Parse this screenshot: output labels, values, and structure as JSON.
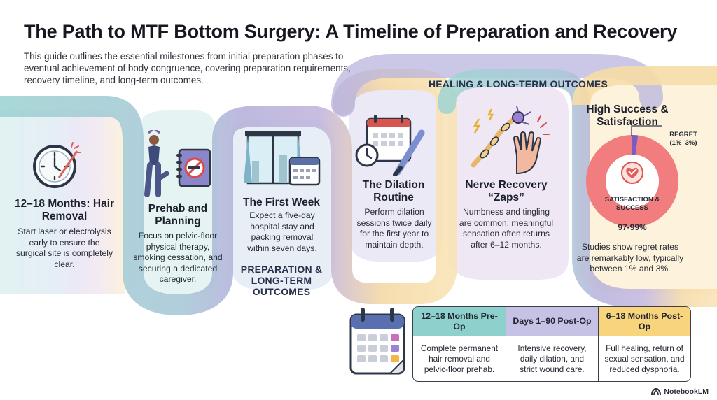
{
  "title": "The Path to MTF Bottom Surgery: A Timeline of Preparation and Recovery",
  "subtitle": "This guide outlines the essential milestones from initial preparation phases to eventual achievement of body congruence, covering preparation requirements, recovery timeline, and long-term outcomes.",
  "bands": {
    "healing": "HEALING & LONG-TERM OUTCOMES",
    "preparation": "PREPARATION & LONG-TERM OUTCOMES"
  },
  "stages": [
    {
      "title": "12–18 Months: Hair Removal",
      "body": "Start laser or electrolysis early to ensure the surgical site is completely clear.",
      "icon": "clock-icon"
    },
    {
      "title": "Prehab and Planning",
      "body": "Focus on pelvic-floor physical therapy, smoking cessation, and securing a dedicated caregiver.",
      "icon": "yoga-notebook-icon"
    },
    {
      "title": "The First Week",
      "body": "Expect a five-day hospital stay and packing removal within seven days.",
      "icon": "window-calendar-icon"
    },
    {
      "title": "The Dilation Routine",
      "body": "Perform dilation sessions twice daily for the first year to maintain depth.",
      "icon": "calendar-dilator-icon"
    },
    {
      "title": "Nerve Recovery “Zaps”",
      "body": "Numbness and tingling are common; meaningful sensation often returns after 6–12 months.",
      "icon": "nerve-hand-icon"
    },
    {
      "title": "High Success & Satisfaction",
      "body": "Studies show regret rates are remarkably low, typically between 1% and 3%.",
      "icon": "heart-icon"
    }
  ],
  "outcome_chart": {
    "type": "pie",
    "regret_label": "REGRET",
    "regret_range": "(1%–3%)",
    "satisfaction_label": "SATISFACTION & SUCCESS",
    "satisfaction_range": "97-99%",
    "regret_fraction": 0.02,
    "satisfaction_fraction": 0.98
  },
  "summary": {
    "columns": [
      {
        "header": "12–18 Months Pre-Op",
        "body": "Complete permanent hair removal and pelvic-floor prehab.",
        "color": "#8ed1cc"
      },
      {
        "header": "Days 1–90 Post-Op",
        "body": "Intensive recovery, daily dilation, and strict wound care.",
        "color": "#c5c2e6"
      },
      {
        "header": "6–18 Months Post-Op",
        "body": "Full healing, return of sexual sensation, and reduced dysphoria.",
        "color": "#f8d57c"
      }
    ]
  },
  "brand": "NotebookLM",
  "colors": {
    "teal": "#9fd4d2",
    "teal_light": "#e3f3f3",
    "lavender": "#b8b3dc",
    "lavender_light": "#edeaf7",
    "peach": "#f8dba0",
    "peach_light": "#fdf1dc",
    "donut_red": "#f17d7f",
    "donut_purple": "#7a5cc2"
  }
}
